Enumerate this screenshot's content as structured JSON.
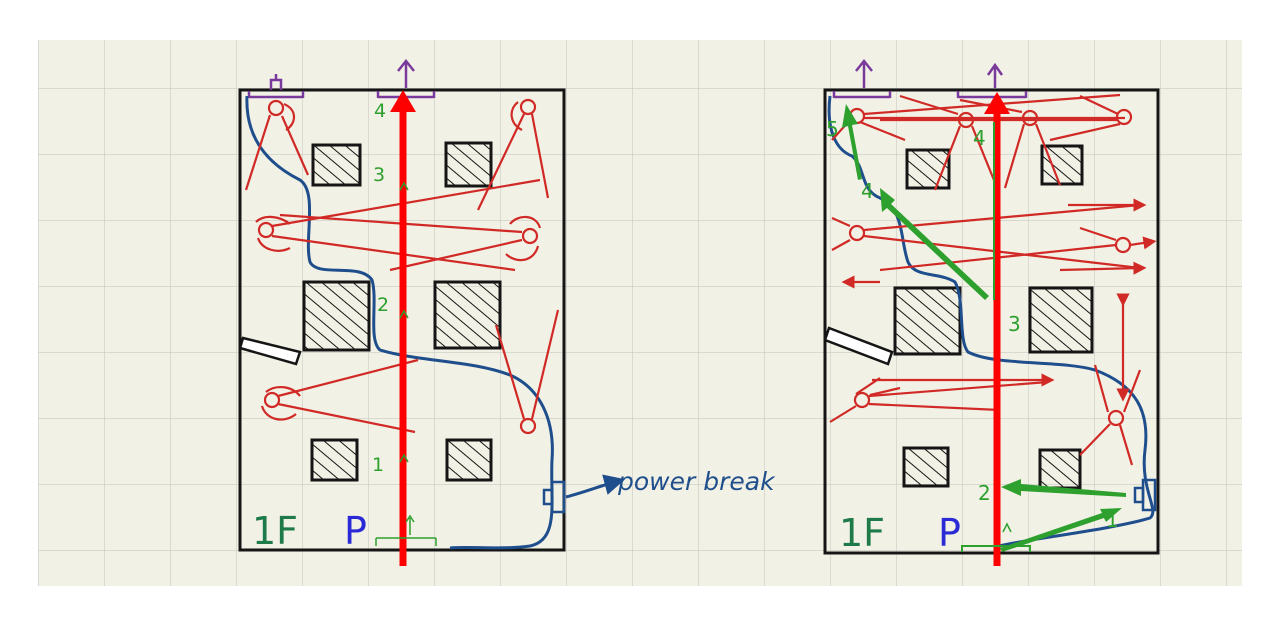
{
  "colors": {
    "paper": "#f2f1e6",
    "grid": "#c9cbc4",
    "wall": "#151515",
    "route": "#ff0000",
    "cameras": "#d12a26",
    "cable": "#1f4e8c",
    "steps": "#2ea02e",
    "exit": "#7a3a9c",
    "label_1f": "#1f7a4a",
    "label_p": "#2a2ad6",
    "label_note": "#1f4e8c"
  },
  "left_plan": {
    "floor_label": "1F",
    "entrance_label": "P",
    "step_labels": [
      "1",
      "2",
      "3",
      "4"
    ],
    "annotation": "power break"
  },
  "right_plan": {
    "floor_label": "1F",
    "entrance_label": "P",
    "step_labels": [
      "1",
      "2",
      "3",
      "4",
      "5",
      "4"
    ]
  }
}
